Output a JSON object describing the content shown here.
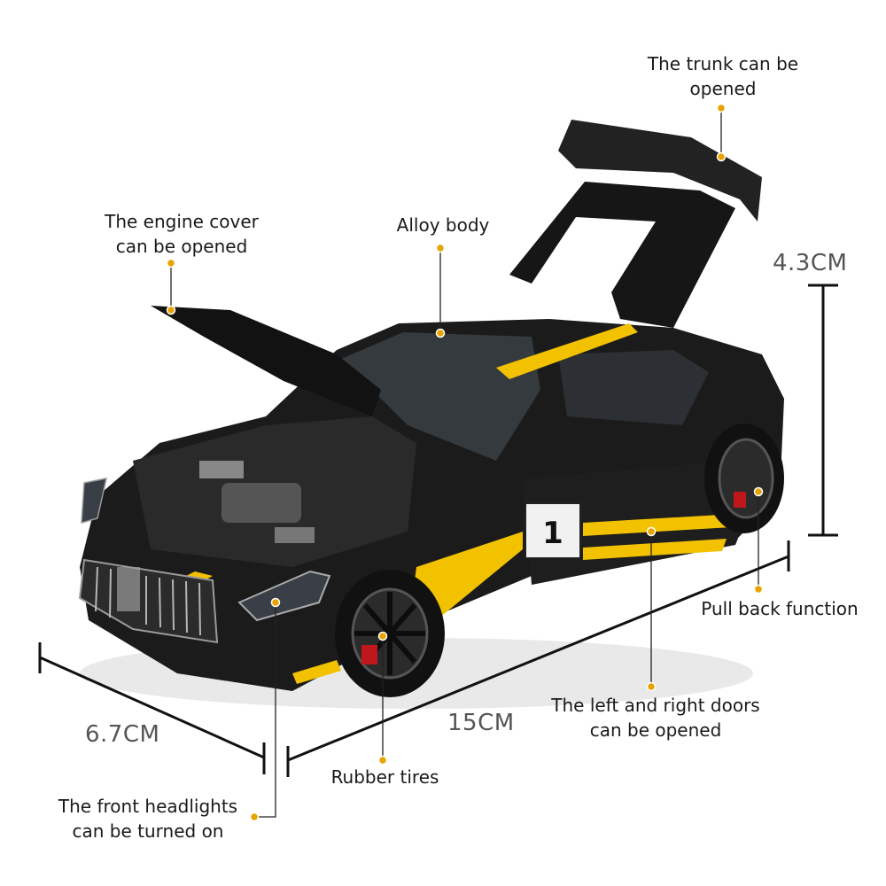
{
  "colors": {
    "body": "#1a1a1a",
    "stripe": "#f2c200",
    "dot": "#e8a300",
    "dim_line": "#111111"
  },
  "callouts": {
    "trunk": [
      "The trunk can be",
      "opened"
    ],
    "engine": [
      "The engine cover",
      "can be opened"
    ],
    "alloy": [
      "Alloy body"
    ],
    "pullback": [
      "Pull back function"
    ],
    "doors": [
      "The left and right doors",
      "can be opened"
    ],
    "tires": [
      "Rubber tires"
    ],
    "headlights": [
      "The front headlights",
      "can be turned on"
    ]
  },
  "dimensions": {
    "height": "4.3CM",
    "width": "6.7CM",
    "length": "15CM"
  },
  "door_number": "1"
}
